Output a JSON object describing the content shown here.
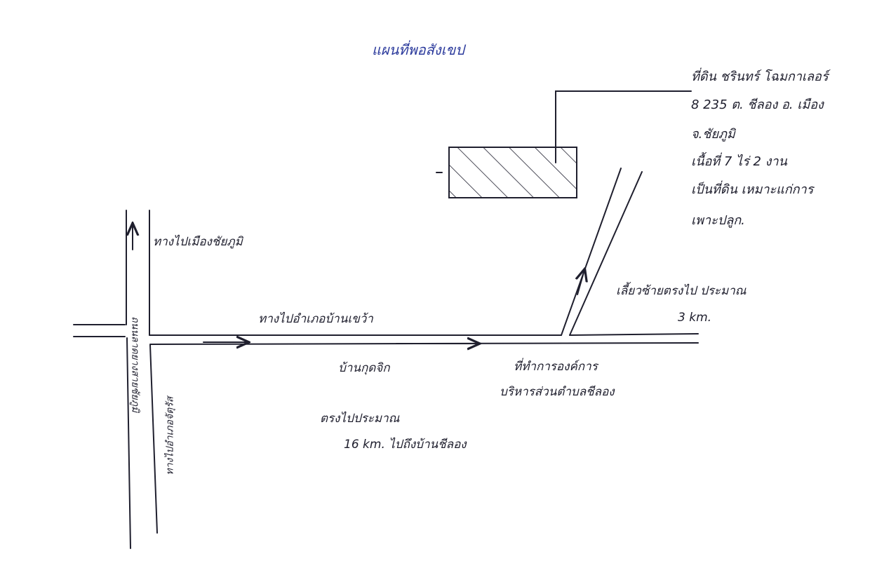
{
  "map": {
    "title": "แผนที่พอสังเขป",
    "parcel_info": [
      "ที่ดิน ชรินทร์ โฉมกาเลอร์",
      "8 235 ต. ชีลอง อ. เมือง",
      "จ.ชัยภูมิ",
      "เนื้อที่ 7 ไร่ 2 งาน",
      "เป็นที่ดิน เหมาะแก่การ",
      "เพาะปลูก."
    ],
    "labels": {
      "to_city": "ทางไปเมืองชัยภูมิ",
      "main_road": "ทางไปอำเภอบ้านเขว้า",
      "village": "บ้านกุดจิก",
      "tao_office": [
        "ที่ทำการองค์การ",
        "บริหารส่วนตำบลชีลอง"
      ],
      "straight": [
        "ตรงไปประมาณ",
        "16 km. ไปถึงบ้านชีลอง"
      ],
      "turn_left": [
        "เลี้ยวซ้ายตรงไป ประมาณ",
        "3 km."
      ],
      "vertical_road": "ถนนลาดยางสายชัยภูมิ",
      "vertical_road_south": "ทางไปอำเภอจัตุรัส"
    },
    "icons": [
      "arrow-right-icon",
      "arrow-up-icon",
      "hatched-parcel-icon"
    ],
    "colors": {
      "ink": "#1f1f2e",
      "title_ink": "#2b3a9c",
      "paper": "#ffffff"
    }
  }
}
